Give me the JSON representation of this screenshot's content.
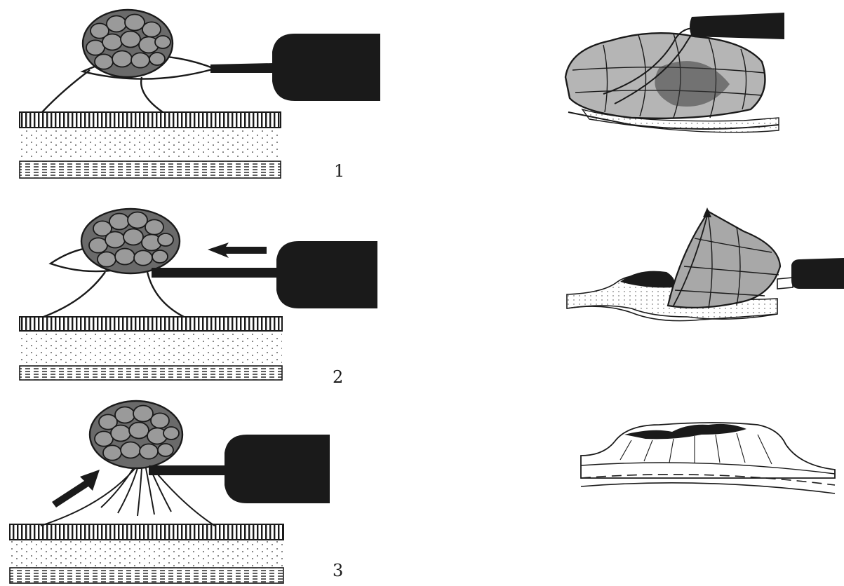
{
  "steps": [
    {
      "label": "1"
    },
    {
      "label": "2"
    },
    {
      "label": "3"
    }
  ],
  "colors": {
    "ink": "#1a1a1a",
    "background": "#ffffff"
  }
}
